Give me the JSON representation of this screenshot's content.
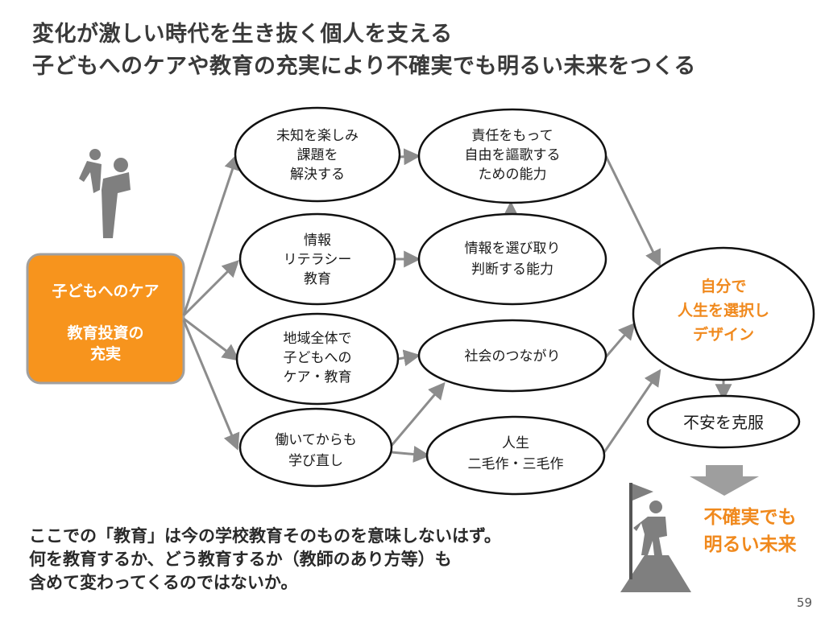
{
  "title": {
    "line1": "変化が激しい時代を生き抜く個人を支える",
    "line2": "子どもへのケアや教育の充実により不確実でも明るい未来をつくる"
  },
  "source_box": {
    "line1": "子どもへのケア",
    "line2": "教育投資の",
    "line3": "充実"
  },
  "column1": [
    {
      "lines": [
        "未知を楽しみ",
        "課題を",
        "解決する"
      ]
    },
    {
      "lines": [
        "情報",
        "リテラシー",
        "教育"
      ]
    },
    {
      "lines": [
        "地域全体で",
        "子どもへの",
        "ケア・教育"
      ]
    },
    {
      "lines": [
        "働いてからも",
        "学び直し"
      ]
    }
  ],
  "column2": [
    {
      "lines": [
        "責任をもって",
        "自由を謳歌する",
        "ための能力"
      ]
    },
    {
      "lines": [
        "情報を選び取り",
        "判断する能力"
      ]
    },
    {
      "lines": [
        "社会のつながり"
      ]
    },
    {
      "lines": [
        "人生",
        "二毛作・三毛作"
      ]
    }
  ],
  "goal": {
    "lines": [
      "自分で",
      "人生を選択し",
      "デザイン"
    ]
  },
  "overcome": "不安を克服",
  "outcome": {
    "line1": "不確実でも",
    "line2": "明るい未来"
  },
  "note": {
    "line1": "ここでの「教育」は今の学校教育そのものを意味しないはず。",
    "line2": "何を教育するか、どう教育するか（教師のあり方等）も",
    "line3": "含めて変わってくるのではないか。"
  },
  "page_number": "59",
  "colors": {
    "accent": "#f0891d",
    "box_fill": "#f7941d",
    "box_border": "#a0a0a0",
    "arrow": "#8c8c8c",
    "icon": "#7f7f7f"
  },
  "icons": [
    "parent-child-icon",
    "climber-flag-icon",
    "down-arrow-icon"
  ]
}
